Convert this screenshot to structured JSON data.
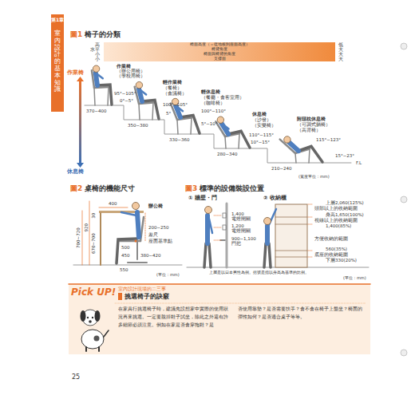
{
  "diagram": {
    "nodes": [
      {
        "text": [
          "第1章",
          "室內設計的基本知識"
        ]
      },
      {
        "text": [
          "椅面高度（＝從地板到座面高度）"
        ]
      },
      {
        "text": [
          "椅背角度"
        ]
      },
      {
        "text": [
          "椅面與椅背的角度"
        ]
      },
      {
        "text": [
          "支撐面"
        ]
      },
      {
        "text": [
          "室內設計現場的二三事",
          "挑選椅子的訣竅",
          "在家具行挑選椅子時，建議先設想家中實際的使用狀況再來挑選。一定要脫掉鞋子試坐，除此之外還有許多細節必須注意。例如在家是否會穿拖鞋？是",
          "否使用靠墊？是否需要扶手？會不會在椅子上盤坐？椅面的彈性如何？是否適合桌子等等。"
        ]
      }
    ],
    "labels": [
      "圖1",
      "椅子的分類",
      "高",
      "水平",
      "小",
      "小",
      "低",
      "大",
      "大",
      "大",
      "作業椅",
      "休息椅",
      "作業椅",
      "（辦公用椅）",
      "（學校用椅）",
      "95°~105°",
      "0°~5°",
      "370~400",
      "輕作業椅",
      "（餐椅）",
      "（會議椅）",
      "100°~105°",
      "5°",
      "350~380",
      "輕休息椅",
      "（餐廳・會客室用）",
      "（咖啡椅）",
      "100°~110°",
      "5°~10°",
      "330~360",
      "休息椅",
      "（沙發）",
      "（安樂椅）",
      "110°~115°",
      "10°~15°",
      "280~340",
      "附頭枕休息椅",
      "（可調式躺椅）",
      "（高背椅）",
      "115°~123°",
      "15°~23°",
      "210~240",
      "(寬度單位：mm)",
      "F.L",
      "圖2",
      "桌椅的機能尺寸",
      "辦公椅",
      "400",
      "700~720",
      "920",
      "670~700",
      "30",
      "200~250",
      "差尺",
      "座面基準點",
      "500",
      "450",
      "380~420",
      "550",
      "(單位：mm)",
      "圖3",
      "標準的設備裝設位置",
      "① 牆壁・門",
      "② 收納櫃",
      "1,400",
      "電燈開關",
      "1,200",
      "電燈開關",
      "900~1,100",
      "門把",
      "上層2,060(125%)",
      "頭部以上的收納範圍",
      "身高1,650(100%)",
      "視線以上的收納範圍",
      "1,400(85%)",
      "方便收納的範圍",
      "560(35%)",
      "底座的收納範圍",
      "下層330(20%)",
      "上層是以日本男性為例。括號是指以身高為基準的比例。",
      "(單位：mm)",
      "Pick UP!",
      "25"
    ]
  }
}
